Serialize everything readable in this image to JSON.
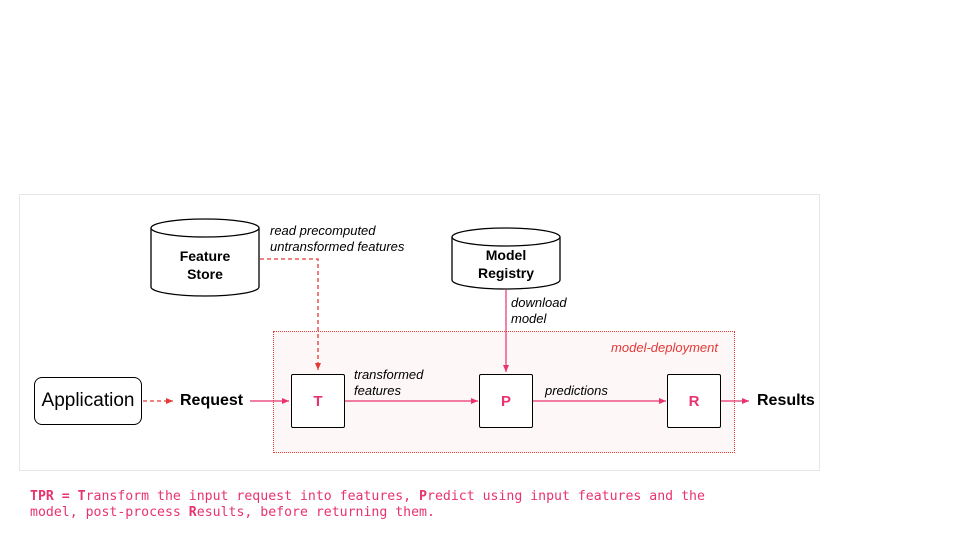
{
  "diagram": {
    "deployment_label": "model-deployment",
    "feature_store": {
      "line1": "Feature",
      "line2": "Store"
    },
    "model_registry": {
      "line1": "Model",
      "line2": "Registry"
    },
    "application_label": "Application",
    "request_label": "Request",
    "results_label": "Results",
    "step_t": "T",
    "step_p": "P",
    "step_r": "R",
    "read_features_line1": "read precomputed",
    "read_features_line2": "untransformed features",
    "download_line1": "download",
    "download_line2": "model",
    "transformed_line1": "transformed",
    "transformed_line2": "features",
    "predictions_label": "predictions"
  },
  "footnote": {
    "t_bold": "TPR = T",
    "t_rest": "ransform the input request into features, ",
    "p_bold": "P",
    "p_rest": "redict using input features and the\nmodel, post-process ",
    "r_bold": "R",
    "r_rest": "esults, before returning them."
  },
  "colors": {
    "accent_pink": "#e8336d",
    "dashed_red": "#e53935",
    "deployment_fill": "#fdf7f7"
  }
}
